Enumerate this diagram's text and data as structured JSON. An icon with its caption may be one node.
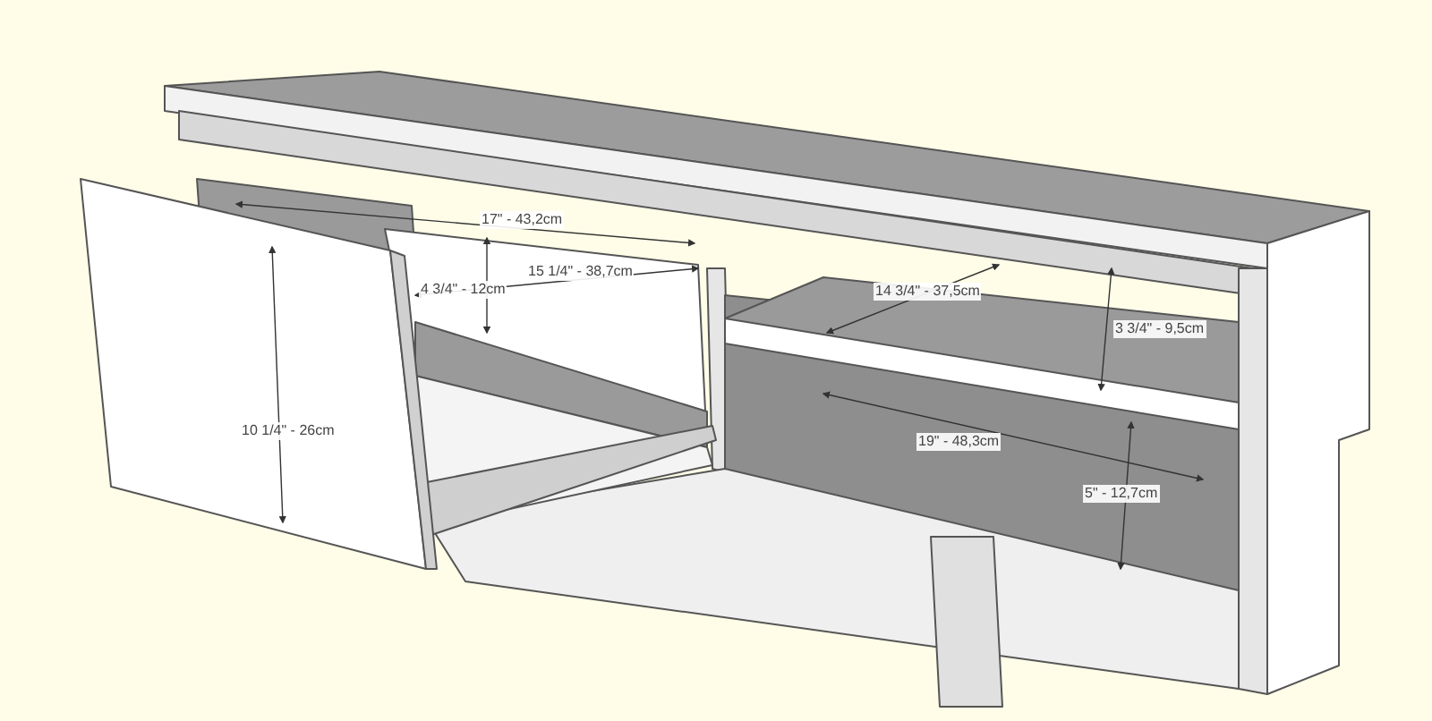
{
  "diagram": {
    "labels": [
      "17\" - 43,2cm",
      "15 1/4\" - 38,7cm",
      "4 3/4\" - 12cm",
      "10 1/4\" - 26cm",
      "14 3/4\" - 37,5cm",
      "3 3/4\" - 9,5cm",
      "19\" - 48,3cm",
      "5\" - 12,7cm"
    ]
  }
}
